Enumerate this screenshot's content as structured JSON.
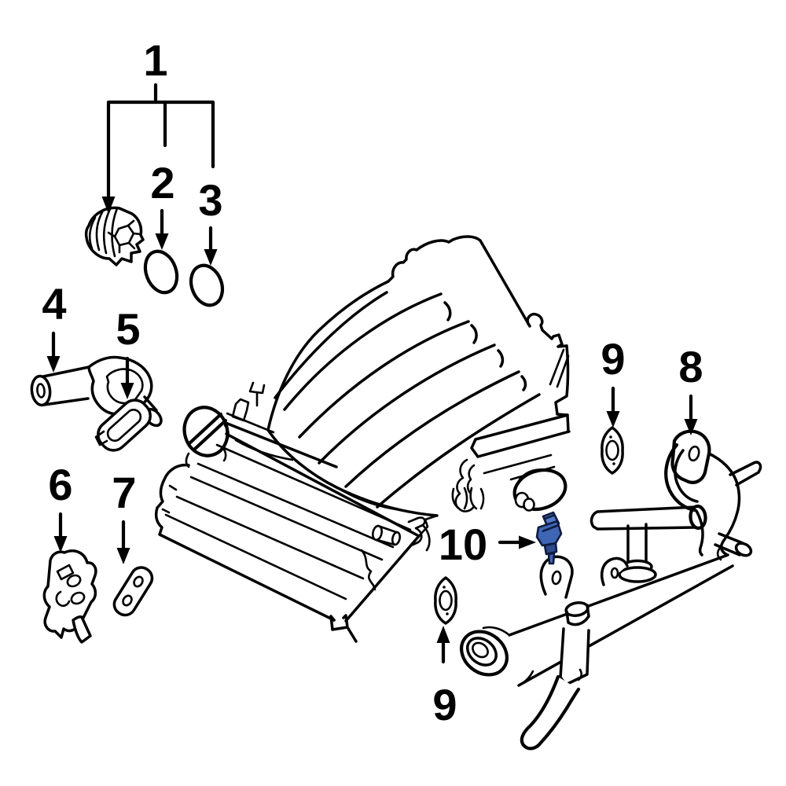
{
  "diagram": {
    "callouts": [
      {
        "label": "1",
        "highlighted": false
      },
      {
        "label": "2",
        "highlighted": false
      },
      {
        "label": "3",
        "highlighted": false
      },
      {
        "label": "4",
        "highlighted": false
      },
      {
        "label": "5",
        "highlighted": false
      },
      {
        "label": "6",
        "highlighted": false
      },
      {
        "label": "7",
        "highlighted": false
      },
      {
        "label": "8",
        "highlighted": false
      },
      {
        "label": "9",
        "highlighted": false
      },
      {
        "label": "10",
        "highlighted": true
      },
      {
        "label": "9",
        "highlighted": false
      }
    ],
    "colors": {
      "background": "#ffffff",
      "line": "#000000",
      "highlight": "#3f66b5",
      "highlight_shade": "#2c4a8d",
      "highlight_light": "#5377c6",
      "highlight_outline": "#0f1b3f"
    }
  }
}
